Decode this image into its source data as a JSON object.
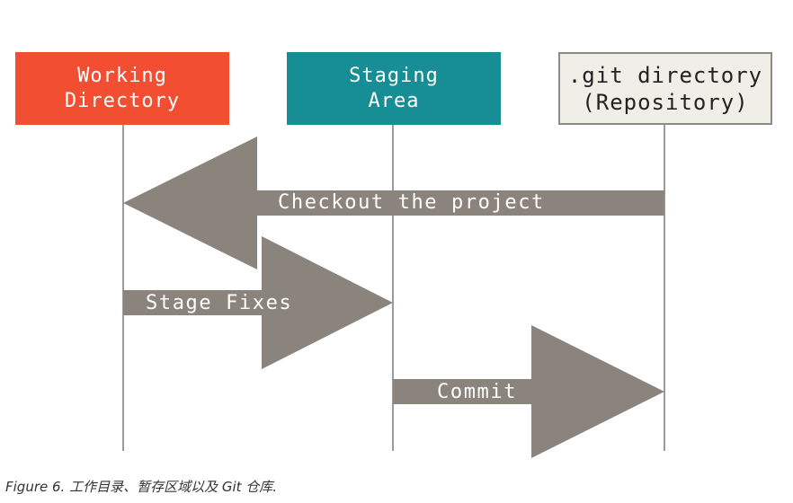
{
  "diagram": {
    "nodes": {
      "working_directory": {
        "line1": "Working",
        "line2": "Directory",
        "fill": "#f14e32",
        "text_color": "#ffffff"
      },
      "staging_area": {
        "line1": "Staging",
        "line2": "Area",
        "fill": "#178e96",
        "text_color": "#ffffff"
      },
      "repository": {
        "line1": ".git directory",
        "line2": "(Repository)",
        "fill": "#efefe8",
        "border": "#8c8c86",
        "text_color": "#222222"
      }
    },
    "arrows": {
      "color": "#8a847c",
      "checkout": {
        "label": "Checkout the project",
        "from": "repository",
        "to": "working_directory"
      },
      "stage_fixes": {
        "label": "Stage Fixes",
        "from": "working_directory",
        "to": "staging_area"
      },
      "commit": {
        "label": "Commit",
        "from": "staging_area",
        "to": "repository"
      }
    },
    "lifeline_color": "#9b9b9b"
  },
  "caption": {
    "text": "Figure 6. 工作目录、暂存区域以及 Git 仓库."
  }
}
